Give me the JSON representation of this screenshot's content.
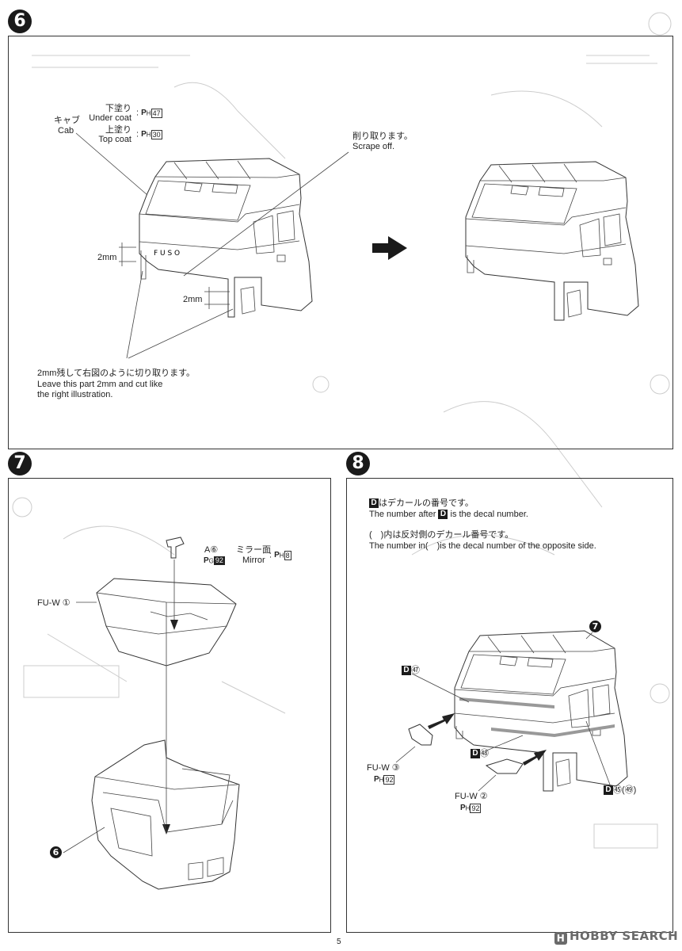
{
  "page_number": "5",
  "watermark": {
    "logo": "H",
    "text": "HOBBY SEARCH"
  },
  "step6": {
    "number": "6",
    "cab_jp": "キャブ",
    "cab_en": "Cab",
    "undercoat_jp": "下塗り",
    "undercoat_en": "Under coat",
    "undercoat_code": "47",
    "topcoat_jp": "上塗り",
    "topcoat_en": "Top coat",
    "topcoat_code": "30",
    "paint_prefix": "P",
    "paint_sub": "H",
    "scrape_jp": "削り取ります。",
    "scrape_en": "Scrape off.",
    "dim1": "2mm",
    "dim2": "2mm",
    "leave_jp": "2mm残して右図のように切り取ります。",
    "leave_en1": "Leave this part 2mm and cut like",
    "leave_en2": "the right illustration.",
    "fuso_text": "F U S O"
  },
  "step7": {
    "number": "7",
    "part_a": "A",
    "part_a_num": "⑥",
    "part_a_paint_sub": "G",
    "part_a_paint_code": "92",
    "mirror_jp": "ミラー面",
    "mirror_en": "Mirror",
    "mirror_code": "8",
    "fuw_label": "FU-W",
    "fuw_num": "①",
    "ref_label": "6"
  },
  "step8": {
    "number": "8",
    "d_box": "D",
    "decal_line1_jp": "はデカールの番号です。",
    "decal_line1_en_pre": "The number after",
    "decal_line1_en_post": "is the decal number.",
    "decal_line2_jp": "(　)内は反対側のデカール番号です。",
    "decal_line2_en": "The number in(　)is the decal number of the opposite side.",
    "ref_label": "7",
    "decal_a": "㊼",
    "decal_b": "㊽",
    "decal_c": "㊺(㊾)",
    "fuw3_label": "FU-W",
    "fuw3_num": "③",
    "fuw3_paint_code": "92",
    "fuw2_label": "FU-W",
    "fuw2_num": "②",
    "fuw2_paint_code": "92"
  }
}
